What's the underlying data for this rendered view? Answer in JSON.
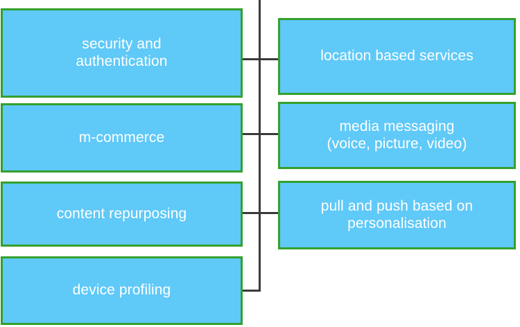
{
  "diagram": {
    "type": "bracket-tree",
    "background_color": "#ffffff",
    "node_fill_color": "#5fc9f8",
    "node_border_color": "#33a02c",
    "node_text_color": "#ffffff",
    "connector_color": "#3a3a3a",
    "left_column": {
      "nodes": [
        {
          "label": "security and\nauthentication"
        },
        {
          "label": "m-commerce"
        },
        {
          "label": "content repurposing"
        },
        {
          "label": "device profiling"
        }
      ]
    },
    "right_column": {
      "nodes": [
        {
          "label": "location based services"
        },
        {
          "label": "media messaging\n(voice, picture, video)"
        },
        {
          "label": "pull and push based on\npersonalisation"
        }
      ]
    }
  }
}
